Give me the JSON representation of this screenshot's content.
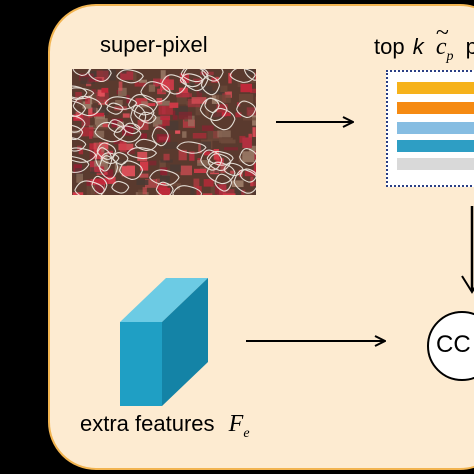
{
  "labels": {
    "superpixel": "super-pixel",
    "topk_prefix": "top",
    "topk_k": "k",
    "topk_symbol_base": "c",
    "topk_symbol_tilde": "~",
    "topk_symbol_sub": "p",
    "topk_suffix": "p",
    "extra_features": "extra features",
    "extra_symbol_base": "F",
    "extra_symbol_sub": "e",
    "cc_node": "CC"
  },
  "colors": {
    "background": "#000000",
    "panel_fill": "#fdebd1",
    "panel_border": "#f2b450",
    "topk_border": "#2a3f85",
    "cube_front": "#1f9fc4",
    "cube_top": "#6ccbe4",
    "cube_side": "#1483a6",
    "image_base": "#5a3a2e",
    "image_red": "#c4283a",
    "image_outline": "#f2eee6"
  },
  "bars": [
    {
      "color": "#f6b21b"
    },
    {
      "color": "#f58a12"
    },
    {
      "color": "#86bde2"
    },
    {
      "color": "#2e9ec4"
    },
    {
      "color": "#d9d9d9"
    }
  ],
  "icons": {
    "cube": "3d-feature-cube",
    "superpixel_image": "segmented-aerial-image"
  }
}
